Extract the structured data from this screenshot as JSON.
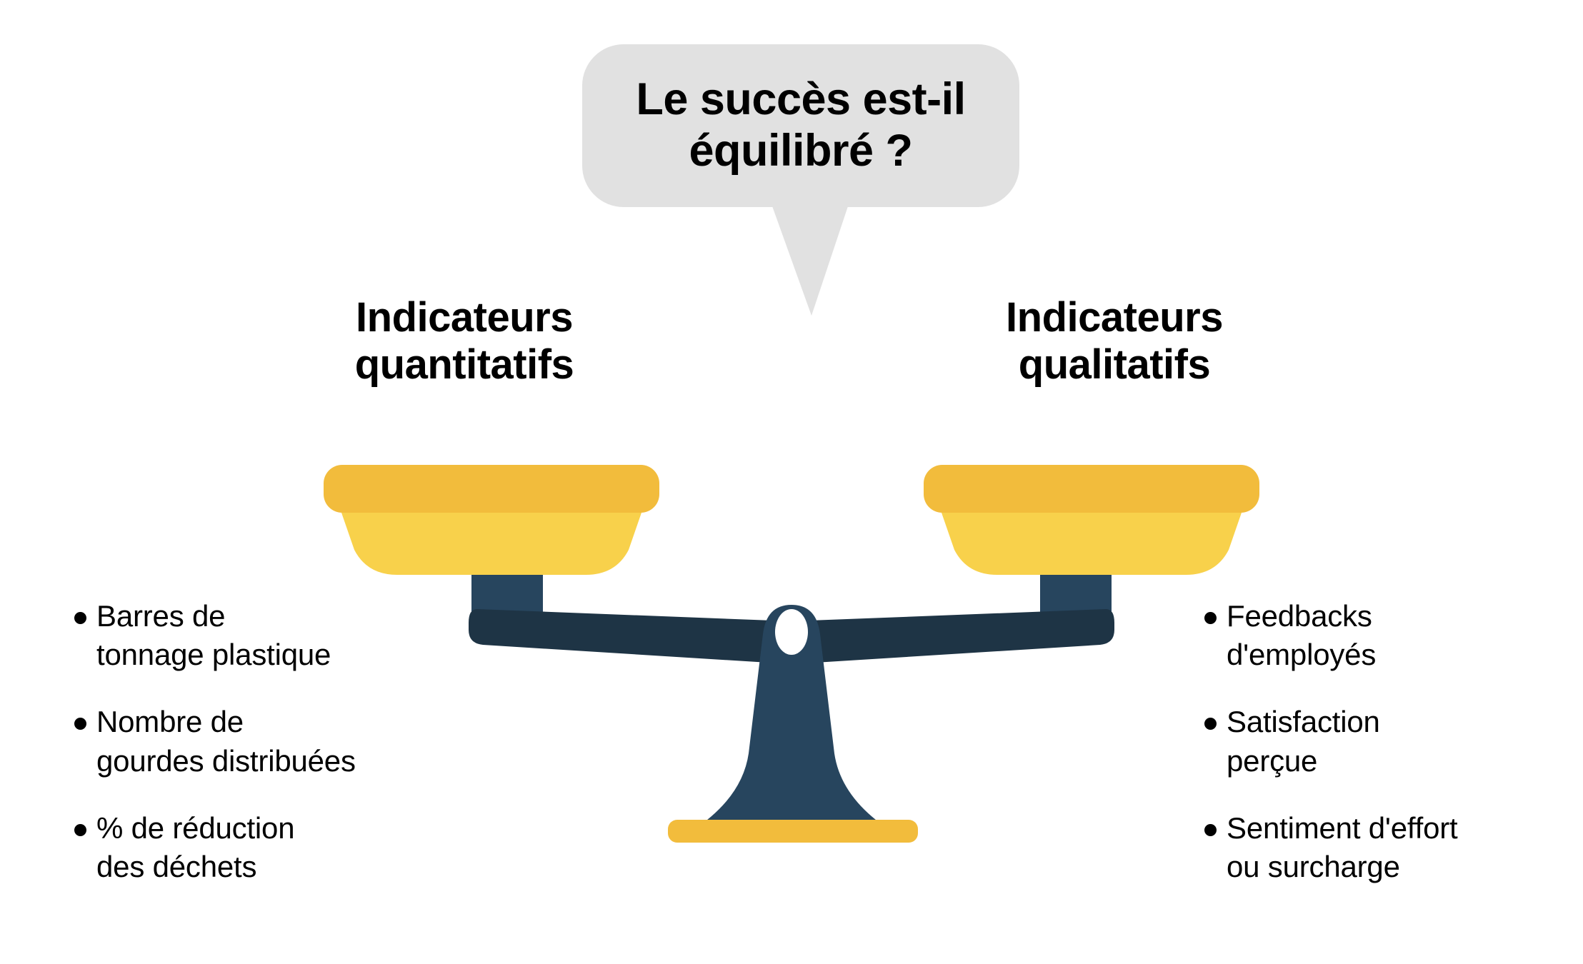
{
  "bubble": {
    "line1": "Le succès est-il",
    "line2": "équilibré ?",
    "background_color": "#E1E1E1",
    "text_color": "#000000",
    "tail_icon": "speech-bubble-tail-icon"
  },
  "columns": {
    "left": {
      "heading_line1": "Indicateurs",
      "heading_line2": "quantitatifs",
      "bullets": [
        "Barres de\ntonnage plastique",
        "Nombre de\ngourdes distribuées",
        "% de réduction\ndes déchets"
      ]
    },
    "right": {
      "heading_line1": "Indicateurs",
      "heading_line2": "qualitatifs",
      "bullets": [
        "Feedbacks\nd'employés",
        "Satisfaction\nperçue",
        "Sentiment d'effort\nou surcharge"
      ]
    }
  },
  "illustration": {
    "name": "balance-scale-illustration",
    "pan_left_name": "scale-pan-left",
    "pan_right_name": "scale-pan-right",
    "beam_name": "scale-beam",
    "column_name": "scale-column",
    "base_name": "scale-base",
    "pivot_name": "scale-pivot-hole",
    "colors": {
      "pan_rim": "#F2BC3C",
      "pan_bowl": "#F8D14B",
      "beam": "#1E3445",
      "column": "#27455E",
      "base": "#F2BC3C",
      "pivot_hole": "#FFFFFF"
    }
  },
  "page": {
    "background_color": "#FFFFFF",
    "bullet_color": "#000000"
  }
}
